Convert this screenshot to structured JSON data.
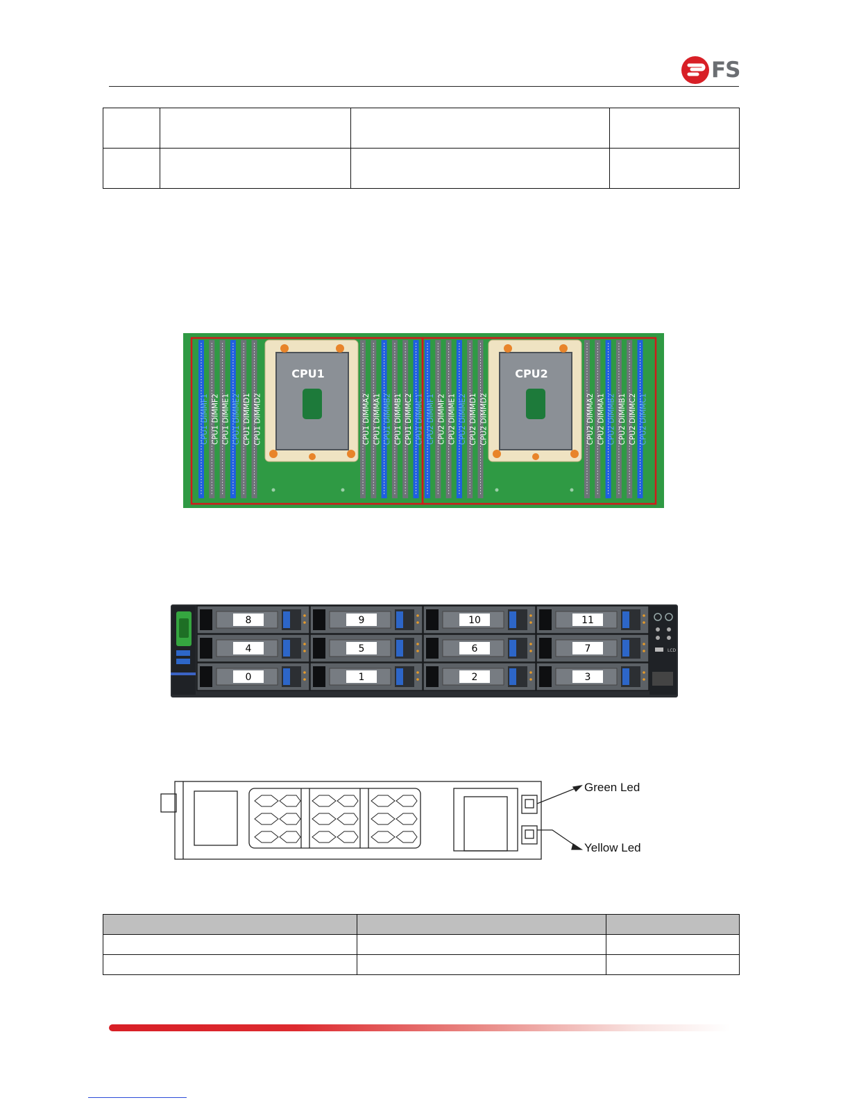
{
  "header": {
    "brand": "FS",
    "brand_color": "#d81f26"
  },
  "top_table": {
    "rows": [
      [
        "",
        "",
        "",
        ""
      ],
      [
        "",
        "",
        "",
        ""
      ]
    ]
  },
  "motherboard": {
    "cpu1_label": "CPU1",
    "cpu2_label": "CPU2",
    "cpu1_left_slots": [
      "CPU1 DIMMF1",
      "CPU1 DIMMF2",
      "CPU1 DIMME1",
      "CPU1 DIMME2",
      "CPU1 DIMMD1",
      "CPU1 DIMMD2"
    ],
    "cpu1_right_slots": [
      "CPU1 DIMMA2",
      "CPU1 DIMMA1",
      "CPU1 DIMMB2",
      "CPU1 DIMMB1",
      "CPU1 DIMMC2",
      "CPU1 DIMMC1"
    ],
    "cpu2_left_slots": [
      "CPU2 DIMMF1",
      "CPU2 DIMMF2",
      "CPU2 DIMME1",
      "CPU2 DIMME2",
      "CPU2 DIMMD1",
      "CPU2 DIMMD2"
    ],
    "cpu2_right_slots": [
      "CPU2 DIMMA2",
      "CPU2 DIMMA1",
      "CPU2 DIMMB2",
      "CPU2 DIMMB1",
      "CPU2 DIMMC2",
      "CPU2 DIMMC1"
    ],
    "board_color": "#2f9a44",
    "blue_slot_color": "#1f5fe0",
    "gray_slot_color": "#6e7378",
    "frame_color": "#d11a1a"
  },
  "front_panel": {
    "bays": [
      [
        "8",
        "9",
        "10",
        "11"
      ],
      [
        "4",
        "5",
        "6",
        "7"
      ],
      [
        "0",
        "1",
        "2",
        "3"
      ]
    ],
    "lcd_label": "LCD"
  },
  "drive_carrier": {
    "green_led_label": "Green Led",
    "yellow_led_label": "Yellow Led"
  },
  "bottom_table": {
    "header": [
      "",
      "",
      ""
    ],
    "rows": [
      [
        "",
        "",
        ""
      ],
      [
        "",
        "",
        ""
      ]
    ]
  }
}
